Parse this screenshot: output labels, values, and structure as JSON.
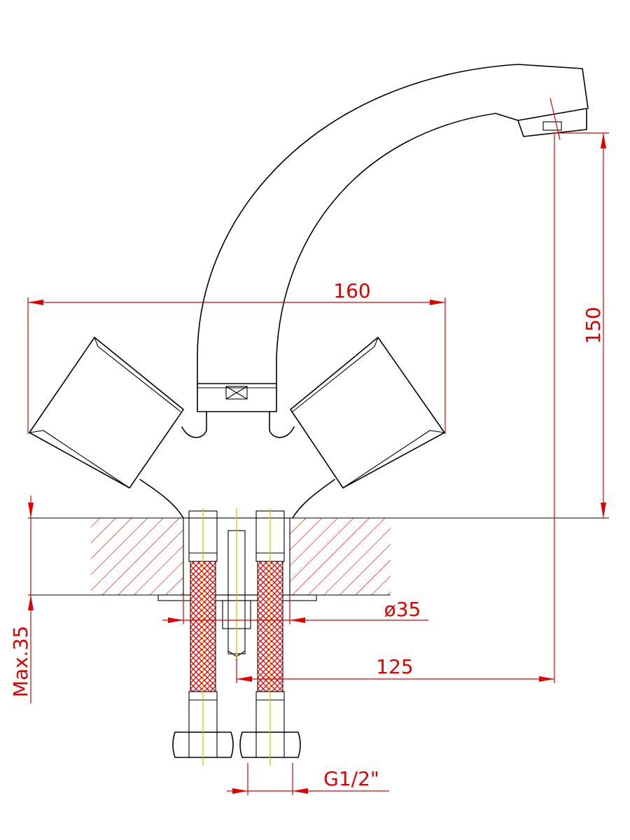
{
  "dimensions": {
    "width_label": "160",
    "height_label": "150",
    "diameter_label": "ø35",
    "reach_label": "125",
    "max_thickness_label": "Max.35",
    "thread_label": "G1/2\""
  },
  "colors": {
    "outline": "#000000",
    "dimension": "#e00000",
    "axis": "#e6b800"
  },
  "icons": {
    "hose_braid": "crosshatch-pattern",
    "countertop": "diagonal-hatch-pattern",
    "nut": "hex-nut"
  }
}
